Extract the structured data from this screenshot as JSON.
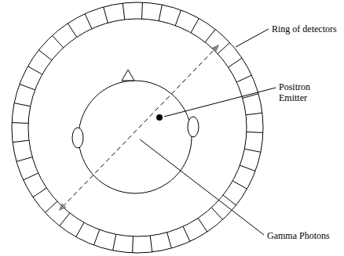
{
  "diagram": {
    "labels": [
      "Ring of detectors",
      "Positron Emitter",
      "Gamma Photons"
    ]
  }
}
